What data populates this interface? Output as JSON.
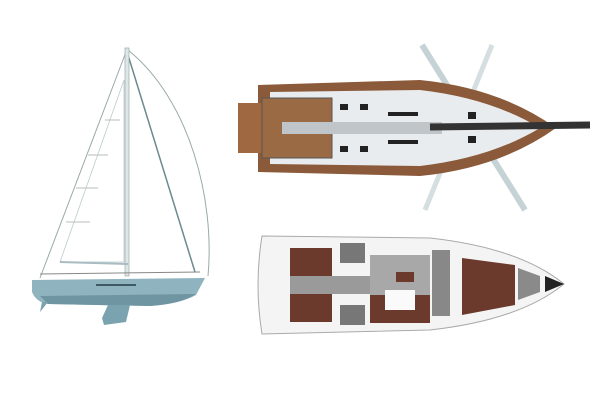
{
  "colors": {
    "hull": "#8fb3bf",
    "hull_dark": "#5f8592",
    "teak": "#8a5a3a",
    "cabin_floor": "#6b3a2c",
    "interior_grey": "#9a9a9a",
    "rigging": "#7a8a90"
  },
  "views": [
    "side-profile",
    "deck-plan",
    "interior-layout"
  ]
}
